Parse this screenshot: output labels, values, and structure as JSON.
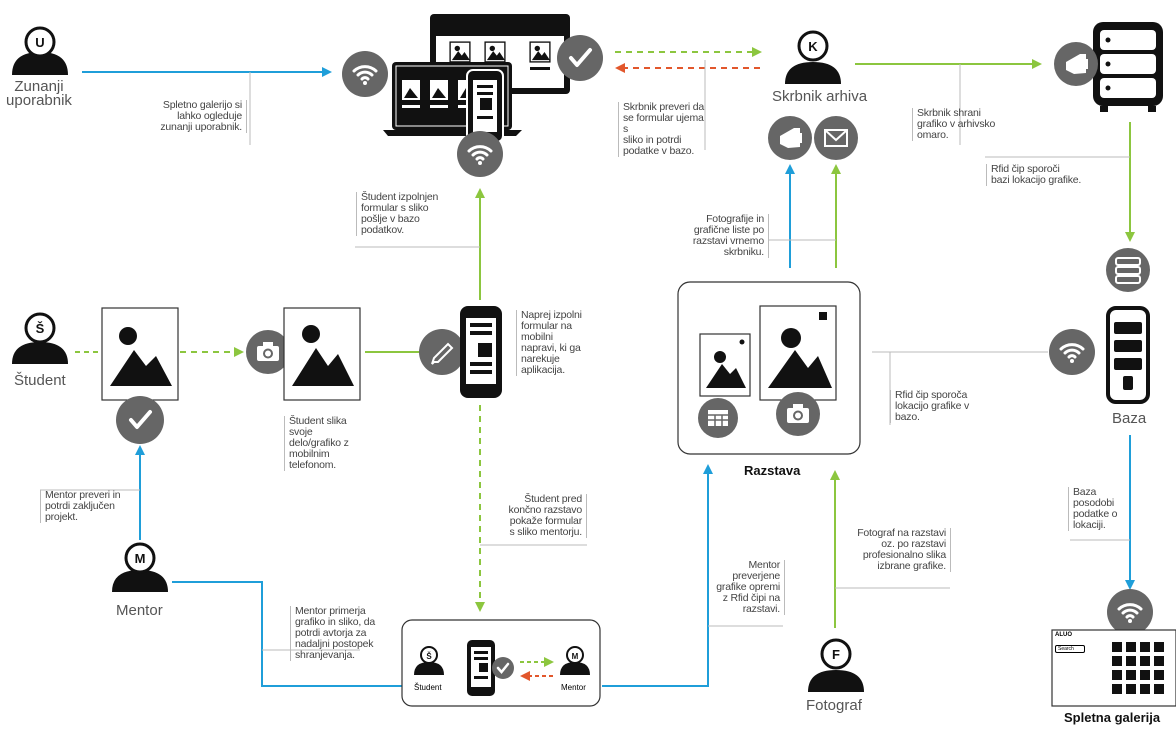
{
  "roles": {
    "external_user": {
      "badge": "U",
      "name_line1": "Zunanji",
      "name_line2": "uporabnik"
    },
    "archivist": {
      "badge": "K",
      "name": "Skrbnik arhiva"
    },
    "student": {
      "badge": "Š",
      "name": "Študent"
    },
    "mentor": {
      "badge": "M",
      "name": "Mentor"
    },
    "photographer": {
      "badge": "F",
      "name": "Fotograf"
    }
  },
  "nodes": {
    "exhibition": "Razstava",
    "database": "Baza",
    "web_gallery": "Spletna galerija",
    "review_student": "Študent",
    "review_mentor": "Mentor",
    "gallery_logo": "ALUO",
    "gallery_search": "Search"
  },
  "notes": {
    "external_view": [
      "Spletno galerijo si",
      "lahko ogleduje",
      "zunanji uporabnik."
    ],
    "archivist_check": [
      "Skrbnik preveri da",
      "se formular ujema s",
      "sliko in potrdi",
      "podatke v bazo."
    ],
    "archivist_store": [
      "Skrbnik shrani",
      "grafiko v arhivsko",
      "omaro."
    ],
    "rfid_store": [
      "Rfid čip sporoči",
      "bazi lokacijo grafike."
    ],
    "student_submit": [
      "Študent izpolnjen",
      "formular s sliko",
      "pošlje v bazo",
      "podatkov."
    ],
    "photos_handover": [
      "Fotografije in",
      "grafične liste po",
      "razstavi vrnemo",
      "skrbniku."
    ],
    "student_photo": [
      "Študent slika",
      "svoje",
      "delo/grafiko z",
      "mobilnim",
      "telefonom."
    ],
    "fill_form": [
      "Naprej izpolni",
      "formular na",
      "mobilni",
      "napravi, ki ga",
      "narekuje",
      "aplikacija."
    ],
    "rfid_exhibit": [
      "Rfid čip sporoča",
      "lokacijo grafike v",
      "bazo."
    ],
    "mentor_confirm": [
      "Mentor preveri in",
      "potrdi zaključen",
      "projekt."
    ],
    "student_show": [
      "Študent pred",
      "končno razstavo",
      "pokaže formular",
      "s sliko mentorju."
    ],
    "mentor_rfid": [
      "Mentor",
      "preverjene",
      "grafike opremi",
      "z Rfid čipi na",
      "razstavi."
    ],
    "photographer_shoot": [
      "Fotograf na razstavi",
      "oz. po razstavi",
      "profesionalno slika",
      "izbrane grafike."
    ],
    "db_update": [
      "Baza",
      "posodobi",
      "podatke o",
      "lokaciji."
    ],
    "mentor_compare": [
      "Mentor primerja",
      "grafiko in sliko, da",
      "potrdi avtorja za",
      "nadaljni postopek",
      "shranjevanja."
    ]
  },
  "icons": [
    "person-icon",
    "wifi-icon",
    "check-icon",
    "hand-icon",
    "envelope-icon",
    "server-icon",
    "database-icon",
    "camera-icon",
    "pencil-icon",
    "image-icon",
    "phone-icon",
    "barcode-icon",
    "rfid-tag-icon",
    "gallery-grid-icon"
  ],
  "colors": {
    "blue": "#1f9ed9",
    "green": "#8cc63f",
    "orange": "#e2572c",
    "gray_circle": "#666666",
    "black": "#111111"
  }
}
